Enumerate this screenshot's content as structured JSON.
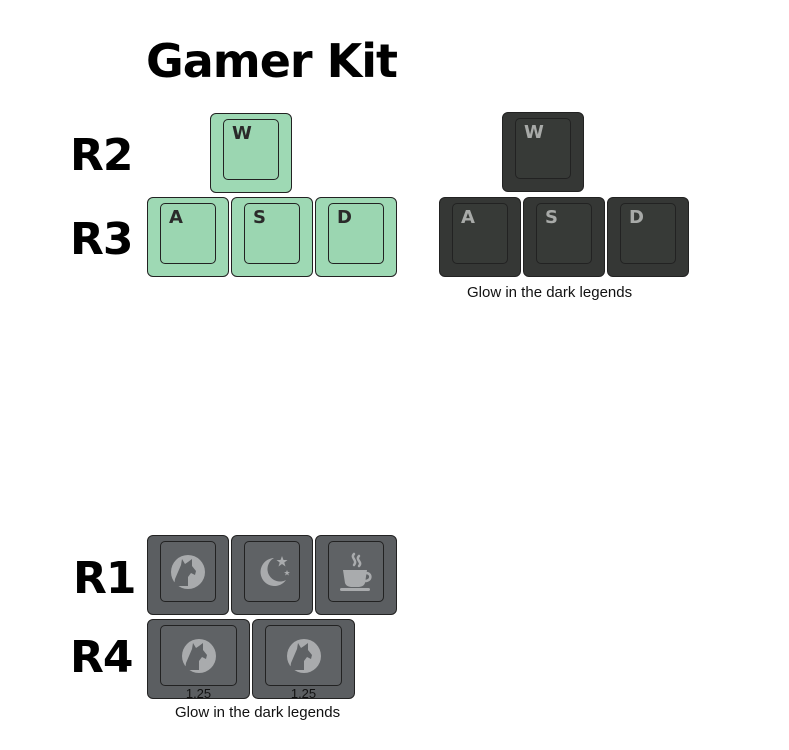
{
  "title": "Gamer Kit",
  "row_labels": {
    "r2": "R2",
    "r3": "R3",
    "r1": "R1",
    "r4": "R4"
  },
  "green_set": {
    "w": "W",
    "a": "A",
    "s": "S",
    "d": "D"
  },
  "dark_set": {
    "w": "W",
    "a": "A",
    "s": "S",
    "d": "D",
    "caption": "Glow in the dark legends"
  },
  "novelty_set": {
    "r1_icons": [
      "wolf-icon",
      "moon-stars-icon",
      "coffee-cup-icon"
    ],
    "r4_icons": [
      "wolf-icon",
      "wolf-icon"
    ],
    "r4_sizes": [
      "1.25",
      "1.25"
    ],
    "caption": "Glow in the dark legends"
  },
  "colors": {
    "green_keycap": "#9ed9b4",
    "dark_keycap": "#353735",
    "grey_keycap": "#5b5e61",
    "icon_fill": "#a9abad"
  }
}
